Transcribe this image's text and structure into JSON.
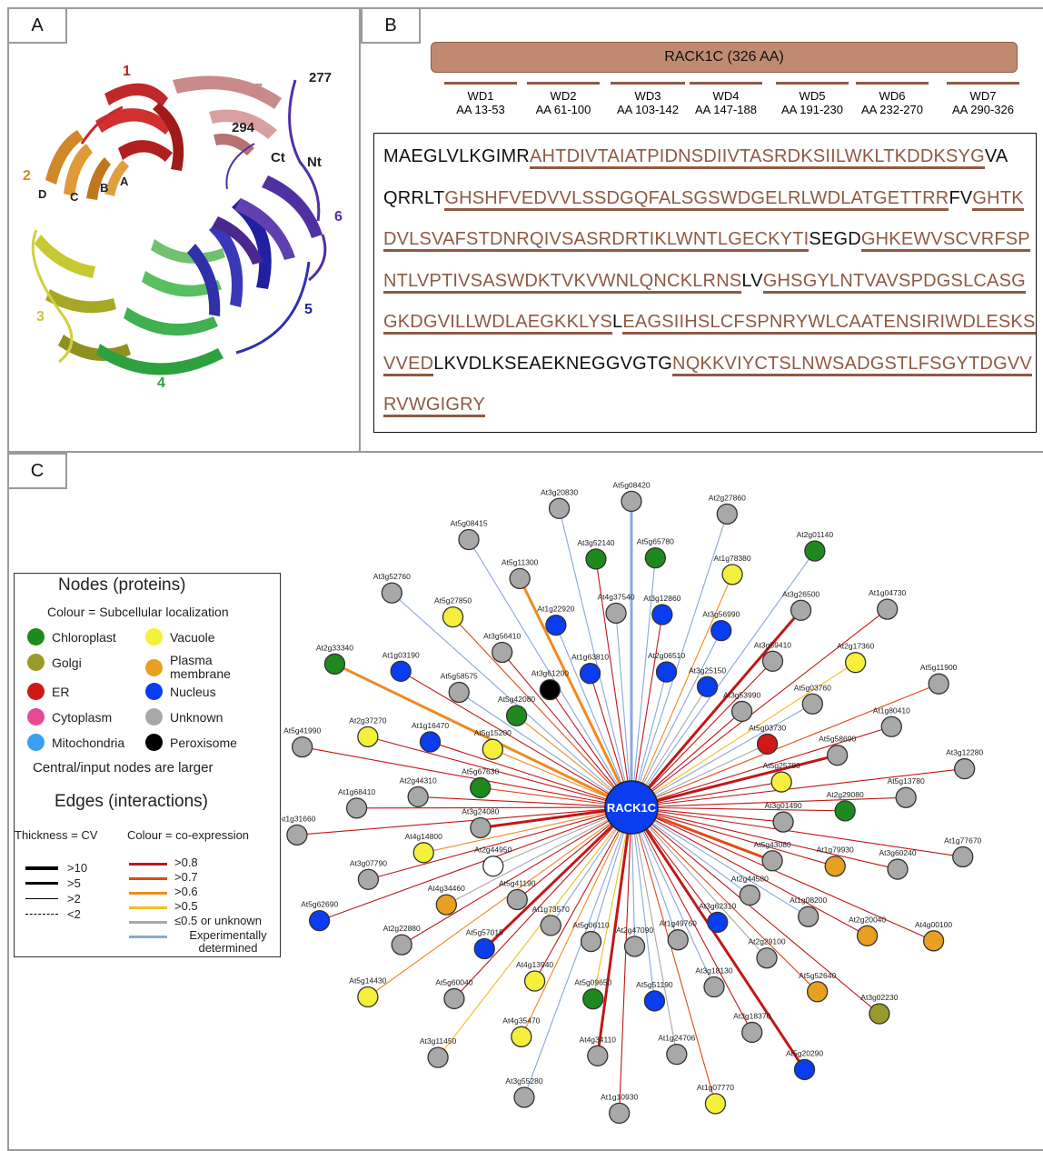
{
  "panels": {
    "a": "A",
    "b": "B",
    "c": "C"
  },
  "structure": {
    "blades": [
      "1",
      "2",
      "3",
      "4",
      "5",
      "6",
      "7"
    ],
    "strands": [
      "D",
      "C",
      "B",
      "A"
    ],
    "labels": {
      "n277": "277",
      "n294": "294",
      "ct": "Ct",
      "nt": "Nt"
    }
  },
  "protein": {
    "name": "RACK1C (326 AA)"
  },
  "domains": [
    {
      "name": "WD1",
      "range": "AA 13-53"
    },
    {
      "name": "WD2",
      "range": "AA 61-100"
    },
    {
      "name": "WD3",
      "range": "AA 103-142"
    },
    {
      "name": "WD4",
      "range": "AA 147-188"
    },
    {
      "name": "WD5",
      "range": "AA 191-230"
    },
    {
      "name": "WD6",
      "range": "AA 232-270"
    },
    {
      "name": "WD7",
      "range": "AA 290-326"
    }
  ],
  "sequence_lines": [
    [
      [
        "MAEGLVLKGIMR",
        false
      ],
      [
        "AHTDIVTAIATPIDNSDIIVTASRDKSIILWKLTKDDKSYG",
        true
      ],
      [
        "VA",
        false
      ]
    ],
    [
      [
        "QRRLT",
        false
      ],
      [
        "GHSHFVEDVVLSSDGQFALSGSWDGELRLWDLATGETTRR",
        true
      ],
      [
        "FV",
        false
      ],
      [
        "GHTK",
        true
      ]
    ],
    [
      [
        "DVLSVAFSTDNRQIVSASRDRTIKLWNTLGECKYTI",
        true
      ],
      [
        "SEGD",
        false
      ],
      [
        "GHKEWVSCVRFSP",
        true
      ]
    ],
    [
      [
        "NTLVPTIVSASWDKTVKVWNLQNCKLRNS",
        true
      ],
      [
        "LV",
        false
      ],
      [
        "GHSGYLNTVAVSPDGSLCASG",
        true
      ]
    ],
    [
      [
        "GKDGVILLWDLAEGKKLYS",
        true
      ],
      [
        "L",
        false
      ],
      [
        "EAGSIIHSLCFSPNRYWLCAATENSIRIWDLESKS",
        true
      ]
    ],
    [
      [
        "VVED",
        true
      ],
      [
        "LKVDLKSEAEKNEGGVGTG",
        false
      ],
      [
        "NQKKVIYCTSLNWSADGSTLFSGYTDGVV",
        true
      ]
    ],
    [
      [
        "RVWGIGRY",
        true
      ]
    ]
  ],
  "legend": {
    "nodes_title": "Nodes (proteins)",
    "colour_note": "Colour = Subcellular localization",
    "localizations": [
      {
        "label": "Chloroplast",
        "color": "#1e8a1e"
      },
      {
        "label": "Vacuole",
        "color": "#f4f03c"
      },
      {
        "label": "Golgi",
        "color": "#9a9a2a"
      },
      {
        "label": "Plasma membrane",
        "color": "#e8a020"
      },
      {
        "label": "ER",
        "color": "#d01818"
      },
      {
        "label": "Nucleus",
        "color": "#0a3cf0"
      },
      {
        "label": "Cytoplasm",
        "color": "#e64a96"
      },
      {
        "label": "Unknown",
        "color": "#a8a8a8"
      },
      {
        "label": "Mitochondria",
        "color": "#3aa0f0"
      },
      {
        "label": "Peroxisome",
        "color": "#000000"
      }
    ],
    "central_note": "Central/input nodes are larger",
    "edges_title": "Edges (interactions)",
    "thickness_note": "Thickness = CV",
    "coexp_note": "Colour = co-expression",
    "thickness": [
      ">10",
      ">5",
      ">2",
      "<2"
    ],
    "coexpression": [
      {
        "label": ">0.8",
        "color": "#c01818"
      },
      {
        "label": ">0.7",
        "color": "#e04a18"
      },
      {
        "label": ">0.6",
        "color": "#f08a20"
      },
      {
        "label": ">0.5",
        "color": "#f0c020"
      },
      {
        "label": "≤0.5 or unknown",
        "color": "#a8a8a8"
      },
      {
        "label": "Experimentally determined",
        "color": "#88a8d8"
      }
    ]
  },
  "network": {
    "center": "RACK1C",
    "nodes": [
      {
        "id": "At5g08420",
        "c": "#a8a8a8",
        "e": "#88a8d8"
      },
      {
        "id": "At5g65780",
        "c": "#1e8a1e",
        "e": "#88a8d8"
      },
      {
        "id": "At3g12860",
        "c": "#0a3cf0",
        "e": "#c01818"
      },
      {
        "id": "At2g06510",
        "c": "#0a3cf0",
        "e": "#88a8d8"
      },
      {
        "id": "At2g27860",
        "c": "#a8a8a8",
        "e": "#88a8d8"
      },
      {
        "id": "At1g78380",
        "c": "#f4f03c",
        "e": "#f08a20"
      },
      {
        "id": "At3g56990",
        "c": "#0a3cf0",
        "e": "#88a8d8"
      },
      {
        "id": "At3g25150",
        "c": "#0a3cf0",
        "e": "#a8a8a8"
      },
      {
        "id": "At2g01140",
        "c": "#1e8a1e",
        "e": "#88a8d8"
      },
      {
        "id": "At3g26500",
        "c": "#a8a8a8",
        "e": "#c01818"
      },
      {
        "id": "At3g59410",
        "c": "#a8a8a8",
        "e": "#c01818"
      },
      {
        "id": "At3g53990",
        "c": "#a8a8a8",
        "e": "#c01818"
      },
      {
        "id": "At1g04730",
        "c": "#a8a8a8",
        "e": "#c01818"
      },
      {
        "id": "At2g17360",
        "c": "#f4f03c",
        "e": "#f0c020"
      },
      {
        "id": "At5g03760",
        "c": "#a8a8a8",
        "e": "#88a8d8"
      },
      {
        "id": "At5g03730",
        "c": "#d01818",
        "e": "#a8a8a8"
      },
      {
        "id": "At5g11900",
        "c": "#a8a8a8",
        "e": "#e04a18"
      },
      {
        "id": "At1g80410",
        "c": "#a8a8a8",
        "e": "#c01818"
      },
      {
        "id": "At5g58690",
        "c": "#a8a8a8",
        "e": "#c01818"
      },
      {
        "id": "At5g25780",
        "c": "#f4f03c",
        "e": "#c01818"
      },
      {
        "id": "At3g12280",
        "c": "#a8a8a8",
        "e": "#c01818"
      },
      {
        "id": "At5g13780",
        "c": "#a8a8a8",
        "e": "#c01818"
      },
      {
        "id": "At2g29080",
        "c": "#1e8a1e",
        "e": "#c01818"
      },
      {
        "id": "At3g01490",
        "c": "#a8a8a8",
        "e": "#c01818"
      },
      {
        "id": "At1g77670",
        "c": "#a8a8a8",
        "e": "#c01818"
      },
      {
        "id": "At3g60240",
        "c": "#a8a8a8",
        "e": "#c01818"
      },
      {
        "id": "At1g79930",
        "c": "#e8a020",
        "e": "#c01818"
      },
      {
        "id": "At5g43080",
        "c": "#a8a8a8",
        "e": "#e04a18"
      },
      {
        "id": "At4g00100",
        "c": "#e8a020",
        "e": "#c01818"
      },
      {
        "id": "At2g20040",
        "c": "#e8a020",
        "e": "#c01818"
      },
      {
        "id": "At1g08200",
        "c": "#a8a8a8",
        "e": "#88a8d8"
      },
      {
        "id": "At2g44580",
        "c": "#a8a8a8",
        "e": "#88a8d8"
      },
      {
        "id": "At3g02230",
        "c": "#9a9a2a",
        "e": "#c01818"
      },
      {
        "id": "At5g52640",
        "c": "#e8a020",
        "e": "#e04a18"
      },
      {
        "id": "At2g29100",
        "c": "#a8a8a8",
        "e": "#a8a8a8"
      },
      {
        "id": "At3g62310",
        "c": "#0a3cf0",
        "e": "#c01818"
      },
      {
        "id": "At5g20290",
        "c": "#0a3cf0",
        "e": "#c01818"
      },
      {
        "id": "At3g18370",
        "c": "#a8a8a8",
        "e": "#c01818"
      },
      {
        "id": "At3g18130",
        "c": "#a8a8a8",
        "e": "#88a8d8"
      },
      {
        "id": "At1g49760",
        "c": "#a8a8a8",
        "e": "#88a8d8"
      },
      {
        "id": "At1g07770",
        "c": "#f4f03c",
        "e": "#e04a18"
      },
      {
        "id": "At1g24706",
        "c": "#a8a8a8",
        "e": "#a8a8a8"
      },
      {
        "id": "At5g51190",
        "c": "#0a3cf0",
        "e": "#88a8d8"
      },
      {
        "id": "At2g47090",
        "c": "#a8a8a8",
        "e": "#88a8d8"
      },
      {
        "id": "At1g10930",
        "c": "#a8a8a8",
        "e": "#c01818"
      },
      {
        "id": "At4g34110",
        "c": "#a8a8a8",
        "e": "#c01818"
      },
      {
        "id": "At5g09650",
        "c": "#1e8a1e",
        "e": "#f0c020"
      },
      {
        "id": "At5g06110",
        "c": "#a8a8a8",
        "e": "#88a8d8"
      },
      {
        "id": "At3g55280",
        "c": "#a8a8a8",
        "e": "#88a8d8"
      },
      {
        "id": "At4g35470",
        "c": "#f4f03c",
        "e": "#f08a20"
      },
      {
        "id": "At4g13940",
        "c": "#f4f03c",
        "e": "#c01818"
      },
      {
        "id": "At1g73570",
        "c": "#a8a8a8",
        "e": "#88a8d8"
      },
      {
        "id": "At3g11450",
        "c": "#a8a8a8",
        "e": "#f0c020"
      },
      {
        "id": "At5g60040",
        "c": "#a8a8a8",
        "e": "#c01818"
      },
      {
        "id": "At5g57015",
        "c": "#0a3cf0",
        "e": "#c01818"
      },
      {
        "id": "At5g41190",
        "c": "#a8a8a8",
        "e": "#c01818"
      },
      {
        "id": "At5g14430",
        "c": "#f4f03c",
        "e": "#f08a20"
      },
      {
        "id": "At2g22880",
        "c": "#a8a8a8",
        "e": "#c01818"
      },
      {
        "id": "At4g34460",
        "c": "#e8a020",
        "e": "#a8a8a8"
      },
      {
        "id": "At2g44950",
        "c": "#ffffff",
        "e": "#a8a8a8"
      },
      {
        "id": "At5g62690",
        "c": "#0a3cf0",
        "e": "#c01818"
      },
      {
        "id": "At3g07790",
        "c": "#a8a8a8",
        "e": "#c01818"
      },
      {
        "id": "At4g14800",
        "c": "#f4f03c",
        "e": "#f08a20"
      },
      {
        "id": "At3g24080",
        "c": "#a8a8a8",
        "e": "#c01818"
      },
      {
        "id": "At1g31660",
        "c": "#a8a8a8",
        "e": "#c01818"
      },
      {
        "id": "At1g68410",
        "c": "#a8a8a8",
        "e": "#c01818"
      },
      {
        "id": "At2g44310",
        "c": "#a8a8a8",
        "e": "#c01818"
      },
      {
        "id": "At5g67630",
        "c": "#1e8a1e",
        "e": "#e04a18"
      },
      {
        "id": "At5g41990",
        "c": "#a8a8a8",
        "e": "#c01818"
      },
      {
        "id": "At2g37270",
        "c": "#f4f03c",
        "e": "#c01818"
      },
      {
        "id": "At1g16470",
        "c": "#0a3cf0",
        "e": "#c01818"
      },
      {
        "id": "At5g15200",
        "c": "#f4f03c",
        "e": "#f08a20"
      },
      {
        "id": "At2g33340",
        "c": "#1e8a1e",
        "e": "#f08a20"
      },
      {
        "id": "At1g03190",
        "c": "#0a3cf0",
        "e": "#c01818"
      },
      {
        "id": "At5g58575",
        "c": "#a8a8a8",
        "e": "#88a8d8"
      },
      {
        "id": "At5g42080",
        "c": "#1e8a1e",
        "e": "#f08a20"
      },
      {
        "id": "At3g52760",
        "c": "#a8a8a8",
        "e": "#88a8d8"
      },
      {
        "id": "At5g27850",
        "c": "#f4f03c",
        "e": "#e04a18"
      },
      {
        "id": "At3g56410",
        "c": "#a8a8a8",
        "e": "#c01818"
      },
      {
        "id": "At3g61200",
        "c": "#000000",
        "e": "#c01818"
      },
      {
        "id": "At5g08415",
        "c": "#a8a8a8",
        "e": "#88a8d8"
      },
      {
        "id": "At5g11300",
        "c": "#a8a8a8",
        "e": "#f08a20"
      },
      {
        "id": "At1g22920",
        "c": "#0a3cf0",
        "e": "#88a8d8"
      },
      {
        "id": "At1g63810",
        "c": "#0a3cf0",
        "e": "#c01818"
      },
      {
        "id": "At3g20830",
        "c": "#a8a8a8",
        "e": "#88a8d8"
      },
      {
        "id": "At3g52140",
        "c": "#1e8a1e",
        "e": "#c01818"
      },
      {
        "id": "At4g37540",
        "c": "#a8a8a8",
        "e": "#88a8d8"
      }
    ]
  }
}
